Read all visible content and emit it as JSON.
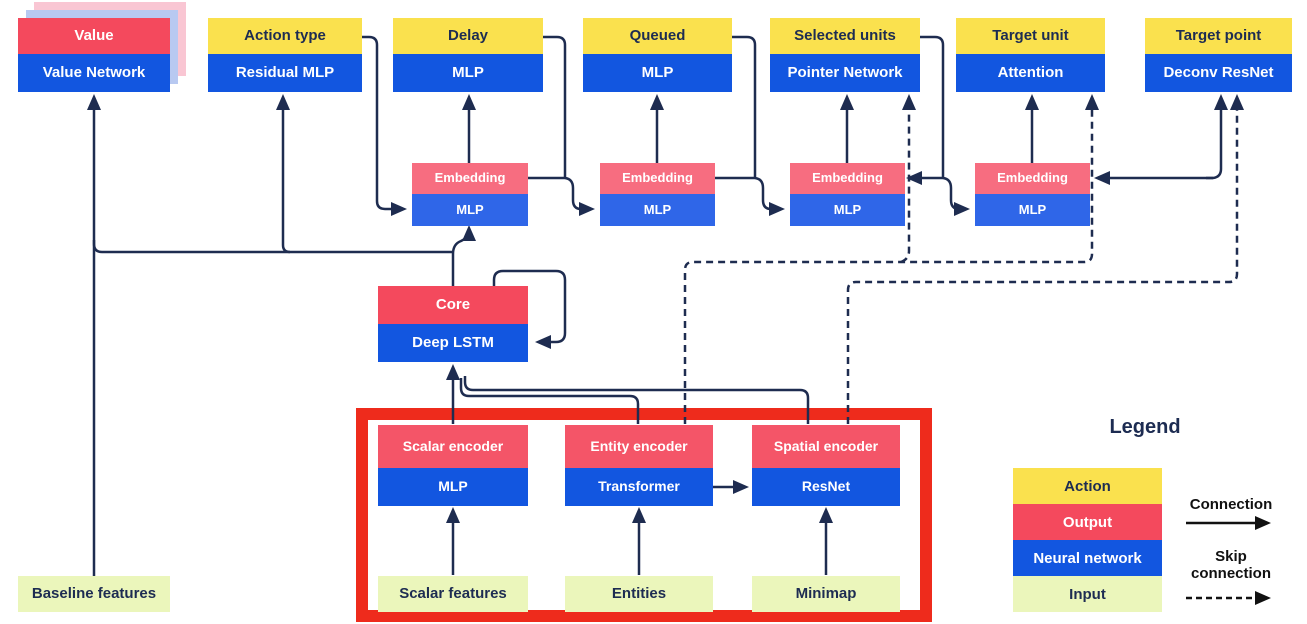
{
  "palette": {
    "action_yellow": "#fae14e",
    "output_red": "#f4495d",
    "embedding_pink": "#f76d80",
    "encoder_pink": "#f45568",
    "neural_network_blue": "#1256e0",
    "embedding_blue": "#2f66e8",
    "input_green": "#ebf6bb",
    "wire_navy": "#1e2c50",
    "highlight_red": "#ee2b1c",
    "legend_arrow_black": "#111111",
    "stacked_card_pink": "#f9c6d3",
    "stacked_card_blue": "#b8c9f1"
  },
  "heads": [
    {
      "title": "Value",
      "subtitle": "Value Network",
      "category": "output"
    },
    {
      "title": "Action type",
      "subtitle": "Residual MLP",
      "category": "action"
    },
    {
      "title": "Delay",
      "subtitle": "MLP",
      "category": "action"
    },
    {
      "title": "Queued",
      "subtitle": "MLP",
      "category": "action"
    },
    {
      "title": "Selected units",
      "subtitle": "Pointer Network",
      "category": "action"
    },
    {
      "title": "Target unit",
      "subtitle": "Attention",
      "category": "action"
    },
    {
      "title": "Target point",
      "subtitle": "Deconv ResNet",
      "category": "action"
    }
  ],
  "embeddings": [
    {
      "title": "Embedding",
      "subtitle": "MLP"
    },
    {
      "title": "Embedding",
      "subtitle": "MLP"
    },
    {
      "title": "Embedding",
      "subtitle": "MLP"
    },
    {
      "title": "Embedding",
      "subtitle": "MLP"
    }
  ],
  "core": {
    "title": "Core",
    "subtitle": "Deep LSTM"
  },
  "encoders": [
    {
      "title": "Scalar encoder",
      "subtitle": "MLP"
    },
    {
      "title": "Entity encoder",
      "subtitle": "Transformer"
    },
    {
      "title": "Spatial encoder",
      "subtitle": "ResNet"
    }
  ],
  "inputs": [
    {
      "label": "Baseline features"
    },
    {
      "label": "Scalar features"
    },
    {
      "label": "Entities"
    },
    {
      "label": "Minimap"
    }
  ],
  "legend": {
    "title": "Legend",
    "items": [
      {
        "label": "Action",
        "color": "#fae14e"
      },
      {
        "label": "Output",
        "color": "#f4495d"
      },
      {
        "label": "Neural network",
        "color": "#1256e0"
      },
      {
        "label": "Input",
        "color": "#ebf6bb"
      }
    ],
    "connection_label": "Connection",
    "skip_connection_label": "Skip connection"
  }
}
